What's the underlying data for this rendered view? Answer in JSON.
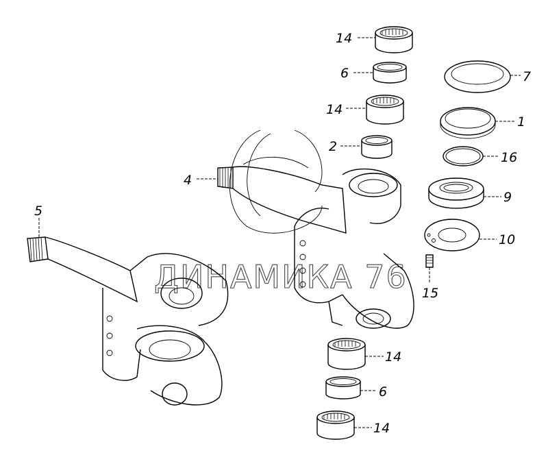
{
  "watermark": "ДИНАМИКА 76",
  "callouts": [
    {
      "id": "c14a",
      "text": "14"
    },
    {
      "id": "c6a",
      "text": "6"
    },
    {
      "id": "c14b",
      "text": "14"
    },
    {
      "id": "c2",
      "text": "2"
    },
    {
      "id": "c4",
      "text": "4"
    },
    {
      "id": "c7",
      "text": "7"
    },
    {
      "id": "c1",
      "text": "1"
    },
    {
      "id": "c16",
      "text": "16"
    },
    {
      "id": "c9",
      "text": "9"
    },
    {
      "id": "c10",
      "text": "10"
    },
    {
      "id": "c15",
      "text": "15"
    },
    {
      "id": "c5",
      "text": "5"
    },
    {
      "id": "c14c",
      "text": "14"
    },
    {
      "id": "c6b",
      "text": "6"
    },
    {
      "id": "c14d",
      "text": "14"
    }
  ]
}
